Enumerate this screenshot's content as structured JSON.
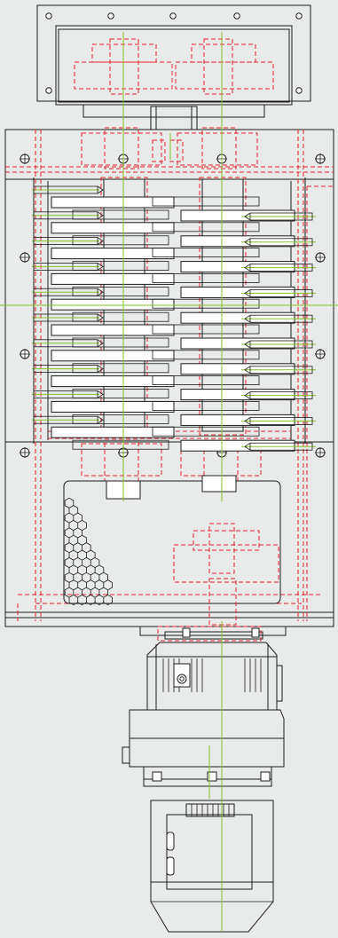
{
  "colors": {
    "background": "#e9ebeb",
    "outline": "#1c1c1c",
    "hidden_lines": "#e8262c",
    "center_lines": "#86c22a",
    "mounting_holes": "#1c1c1c"
  },
  "drawing": {
    "view": "top view",
    "components": [
      "hopper-flange",
      "cutting-chamber",
      "cutter-discs",
      "screen-housing",
      "gear-reducer",
      "electric-motor"
    ],
    "mounting_holes_count": 22,
    "cutter_discs_per_side": 10
  }
}
